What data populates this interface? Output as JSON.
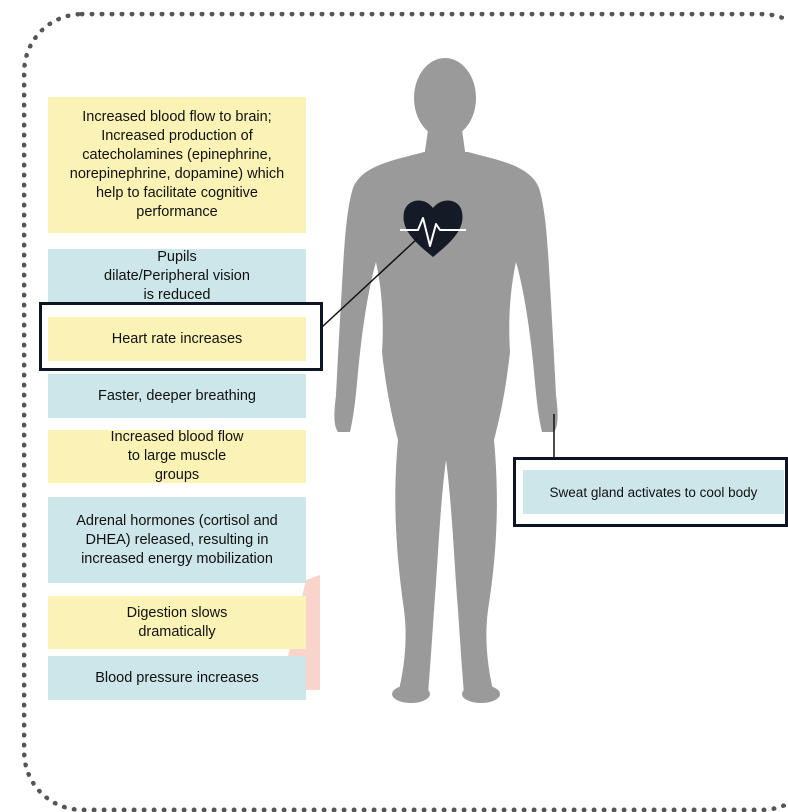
{
  "colors": {
    "yellow_box": "#fbf3b6",
    "blue_box": "#cde6ea",
    "silhouette": "#9a9a9a",
    "heart": "#141a26",
    "frame_border": "#555555"
  },
  "icons": {
    "body": "human-silhouette-icon",
    "heart": "heart-pulse-icon"
  },
  "boxes": [
    {
      "text": "Increased blood flow to brain; Increased production of catecholamines (epinephrine, norepinephrine, dopamine) which help to facilitate cognitive performance"
    },
    {
      "text": "Pupils dilate/Peripheral vision is reduced"
    },
    {
      "text": "Heart rate increases"
    },
    {
      "text": "Faster, deeper breathing"
    },
    {
      "text": "Increased blood flow to large muscle groups"
    },
    {
      "text": "Adrenal hormones (cortisol and DHEA) released, resulting in increased energy mobilization"
    },
    {
      "text": "Digestion slows dramatically"
    },
    {
      "text": "Blood pressure increases"
    }
  ],
  "sweat_box": {
    "text": "Sweat gland activates to cool body"
  }
}
